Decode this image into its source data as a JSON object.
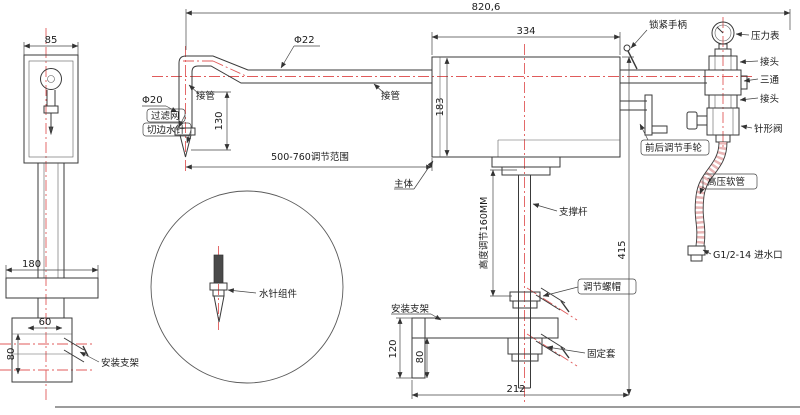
{
  "drawing": {
    "dimensions": {
      "overall_width": "820,6",
      "side_width": "85",
      "pipe_diameter": "Φ22",
      "needle_pipe_diameter": "Φ20",
      "drop_height": "130",
      "body_width": "334",
      "body_height": "183",
      "adjust_range": "500-760调节范围",
      "height_adjust": "高度调节160MM",
      "plate_width": "180",
      "base_width": "60",
      "base_height": "80",
      "bracket_height": "120",
      "bracket_opening": "80",
      "bracket_width": "212",
      "overall_height": "415"
    },
    "labels": {
      "lock_handle": "锁紧手柄",
      "pressure_gauge": "压力表",
      "connector_upper": "接头",
      "tee": "三通",
      "connector_lower": "接头",
      "needle_valve": "针形阀",
      "pipe_joint_left": "接管",
      "pipe_joint_mid": "接管",
      "filter_screen": "过滤网",
      "trim_water_needle": "切边水针",
      "front_rear_handwheel": "前后调节手轮",
      "main_body": "主体",
      "support_rod": "支撑杆",
      "high_pressure_hose": "高压软管",
      "water_inlet": "G1/2-14 进水口",
      "adjust_nut": "调节螺帽",
      "mount_bracket_left": "安装支架",
      "mount_bracket_center": "安装支架",
      "fixed_sleeve": "固定套",
      "water_needle_assembly": "水针组件"
    },
    "colors": {
      "line": "#3a3a3a",
      "centerline": "#e05b5b"
    }
  }
}
